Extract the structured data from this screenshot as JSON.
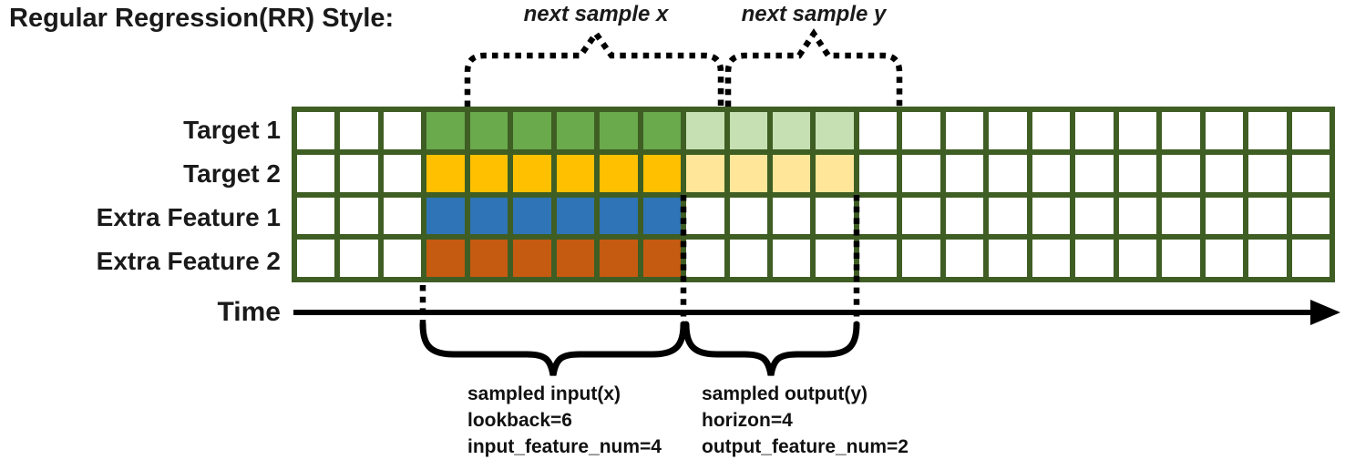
{
  "title": "Regular Regression(RR) Style:",
  "colors": {
    "grid_border": "#3f5e24",
    "target1_input": "#6aaa4d",
    "target1_output": "#c6e0b4",
    "target2_input": "#ffc000",
    "target2_output": "#ffe699",
    "extra1_input": "#2e74b6",
    "extra2_input": "#c55a11",
    "annotation": "#000000"
  },
  "grid": {
    "columns": 24,
    "lookback_start": 3,
    "lookback_len": 6,
    "horizon_len": 4,
    "rows": [
      {
        "label": "Target 1",
        "role": "target",
        "input_color": "#6aaa4d",
        "output_color": "#c6e0b4"
      },
      {
        "label": "Target 2",
        "role": "target",
        "input_color": "#ffc000",
        "output_color": "#ffe699"
      },
      {
        "label": "Extra Feature 1",
        "role": "extra",
        "input_color": "#2e74b6",
        "output_color": null
      },
      {
        "label": "Extra Feature 2",
        "role": "extra",
        "input_color": "#c55a11",
        "output_color": null
      }
    ]
  },
  "annotations": {
    "next_sample_x": "next sample x",
    "next_sample_y": "next sample y",
    "time_label": "Time",
    "input_block": {
      "line1": "sampled input(x)",
      "line2": "lookback=6",
      "line3": "input_feature_num=4"
    },
    "output_block": {
      "line1": "sampled output(y)",
      "line2": "horizon=4",
      "line3": "output_feature_num=2"
    }
  }
}
